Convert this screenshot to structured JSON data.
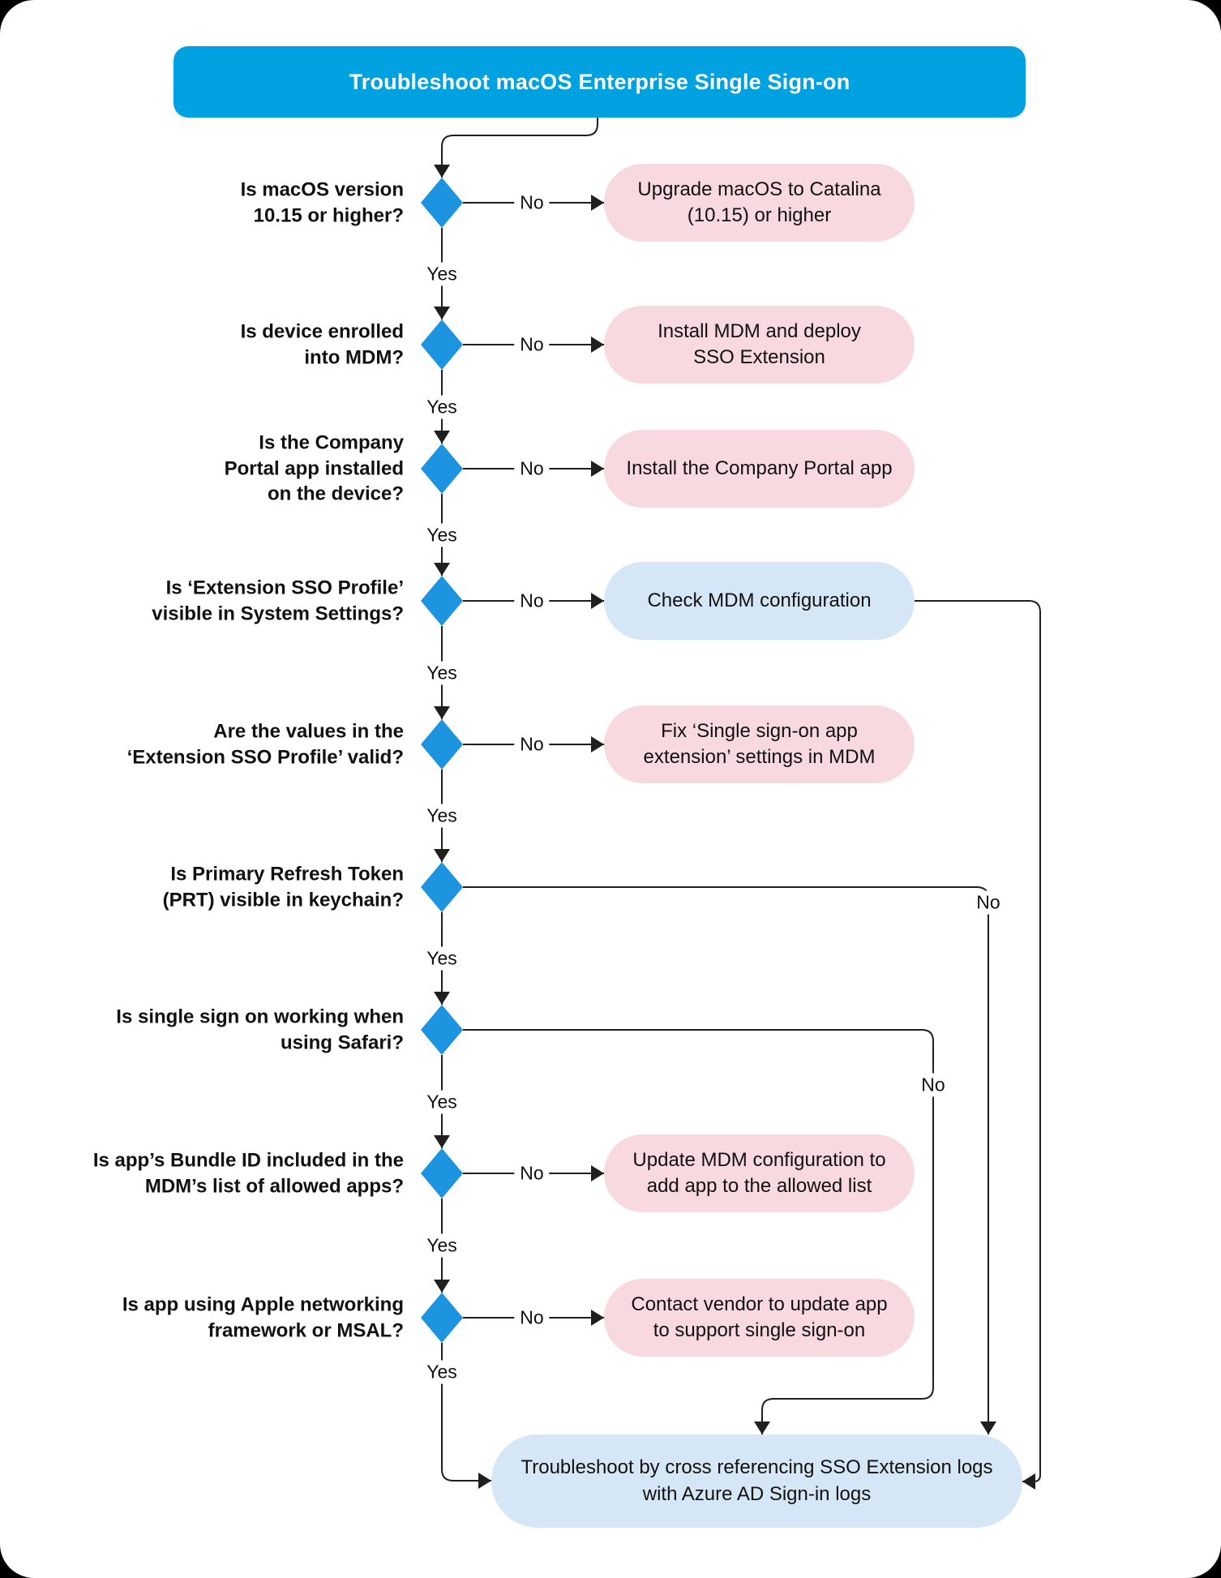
{
  "colors": {
    "page-bg": "#000000",
    "canvas-bg": "#ffffff",
    "title-bg": "#00A1E0",
    "title-text": "#ffffff",
    "diamond": "#1C94E0",
    "action-pink": "#F8D9DF",
    "action-blue": "#D5E7F6",
    "line": "#1f1f1f",
    "text": "#111111"
  },
  "title": "Troubleshoot macOS Enterprise Single Sign-on",
  "labels": {
    "yes": "Yes",
    "no": "No"
  },
  "nodes": [
    {
      "question": "Is macOS version\n10.15 or higher?",
      "no_action": "Upgrade macOS to Catalina\n(10.15) or higher",
      "action_style": "pink"
    },
    {
      "question": "Is device enrolled\ninto MDM?",
      "no_action": "Install MDM and deploy\nSSO Extension",
      "action_style": "pink"
    },
    {
      "question": "Is the Company\nPortal app installed\non the device?",
      "no_action": "Install the Company Portal app",
      "action_style": "pink"
    },
    {
      "question": "Is ‘Extension SSO Profile’\nvisible in System Settings?",
      "no_action": "Check MDM configuration",
      "action_style": "blue"
    },
    {
      "question": "Are the values in the\n‘Extension SSO Profile’ valid?",
      "no_action": "Fix ‘Single sign-on app\nextension’ settings in MDM",
      "action_style": "pink"
    },
    {
      "question": "Is Primary Refresh Token\n(PRT) visible in keychain?",
      "no_action": null,
      "action_style": null
    },
    {
      "question": "Is single sign on working when\nusing Safari?",
      "no_action": null,
      "action_style": null
    },
    {
      "question": "Is app’s Bundle ID included in the\nMDM’s list of allowed apps?",
      "no_action": "Update MDM configuration to\nadd app to the allowed list",
      "action_style": "pink"
    },
    {
      "question": "Is app using Apple networking\nframework or MSAL?",
      "no_action": "Contact vendor to update app\nto support single sign-on",
      "action_style": "pink"
    }
  ],
  "final": "Troubleshoot by cross referencing SSO Extension logs\nwith Azure AD Sign-in logs"
}
